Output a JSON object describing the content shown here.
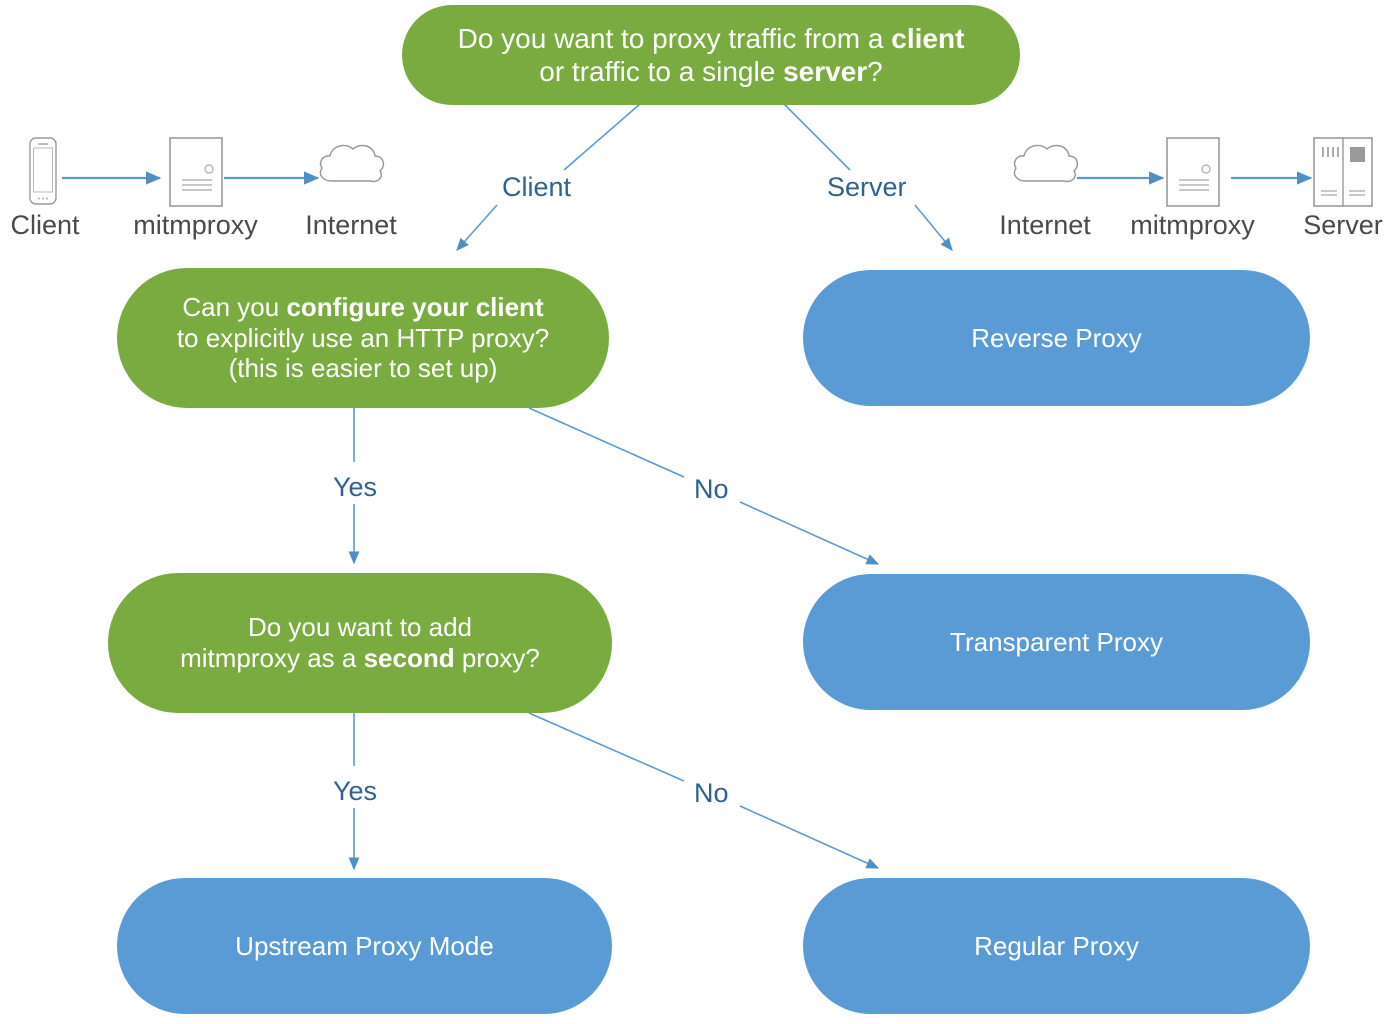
{
  "diagram": {
    "title": "mitmproxy proxy mode decision flowchart",
    "colors": {
      "green": "#7aab41",
      "blue": "#5b9bd5",
      "edge": "#5b9bd5",
      "edge_label_text": "#2f6291",
      "icon_caption_text": "#4a4a4a",
      "icon_outline": "#9a9a9a",
      "node_text": "#ffffff"
    },
    "nodes": [
      {
        "id": "q-client-or-server",
        "kind": "decision",
        "color": "green",
        "text": "Do you want to proxy traffic from a client or traffic to a single server?",
        "lines": [
          [
            {
              "t": "Do you want to proxy traffic from a ",
              "b": false
            },
            {
              "t": "client",
              "b": true
            }
          ],
          [
            {
              "t": "or traffic to a single ",
              "b": false
            },
            {
              "t": "server",
              "b": true
            },
            {
              "t": "?",
              "b": false
            }
          ]
        ]
      },
      {
        "id": "q-configure-client",
        "kind": "decision",
        "color": "green",
        "text": "Can you configure your client to explicitly use an HTTP proxy? (this is easier to set up)",
        "lines": [
          [
            {
              "t": "Can you ",
              "b": false
            },
            {
              "t": "configure your client",
              "b": true
            }
          ],
          [
            {
              "t": "to explicitly use an HTTP proxy?",
              "b": false
            }
          ],
          [
            {
              "t": "(this is easier to set up)",
              "b": false
            }
          ]
        ]
      },
      {
        "id": "q-second-proxy",
        "kind": "decision",
        "color": "green",
        "text": "Do you want to add mitmproxy as a second proxy?",
        "lines": [
          [
            {
              "t": "Do you want to add",
              "b": false
            }
          ],
          [
            {
              "t": "mitmproxy as a ",
              "b": false
            },
            {
              "t": "second",
              "b": true
            },
            {
              "t": " proxy?",
              "b": false
            }
          ]
        ]
      },
      {
        "id": "result-reverse-proxy",
        "kind": "result",
        "color": "blue",
        "text": "Reverse Proxy",
        "lines": [
          [
            {
              "t": "Reverse Proxy",
              "b": false
            }
          ]
        ]
      },
      {
        "id": "result-transparent-proxy",
        "kind": "result",
        "color": "blue",
        "text": "Transparent Proxy",
        "lines": [
          [
            {
              "t": "Transparent Proxy",
              "b": false
            }
          ]
        ]
      },
      {
        "id": "result-upstream-proxy-mode",
        "kind": "result",
        "color": "blue",
        "text": "Upstream Proxy Mode",
        "lines": [
          [
            {
              "t": "Upstream Proxy Mode",
              "b": false
            }
          ]
        ]
      },
      {
        "id": "result-regular-proxy",
        "kind": "result",
        "color": "blue",
        "text": "Regular Proxy",
        "lines": [
          [
            {
              "t": "Regular Proxy",
              "b": false
            }
          ]
        ]
      }
    ],
    "edge_labels": {
      "client": "Client",
      "server": "Server",
      "yes_1": "Yes",
      "no_1": "No",
      "yes_2": "Yes",
      "no_2": "No"
    },
    "edges": [
      {
        "from": "q-client-or-server",
        "to": "q-configure-client",
        "label": "Client"
      },
      {
        "from": "q-client-or-server",
        "to": "result-reverse-proxy",
        "label": "Server"
      },
      {
        "from": "q-configure-client",
        "to": "q-second-proxy",
        "label": "Yes"
      },
      {
        "from": "q-configure-client",
        "to": "result-transparent-proxy",
        "label": "No"
      },
      {
        "from": "q-second-proxy",
        "to": "result-upstream-proxy-mode",
        "label": "Yes"
      },
      {
        "from": "q-second-proxy",
        "to": "result-regular-proxy",
        "label": "No"
      }
    ],
    "illustrations": {
      "left": {
        "name": "client-to-internet-flow",
        "items": [
          {
            "icon": "phone-icon",
            "caption": "Client"
          },
          {
            "icon": "mitmproxy-document-icon",
            "caption": "mitmproxy"
          },
          {
            "icon": "cloud-icon",
            "caption": "Internet"
          }
        ]
      },
      "right": {
        "name": "internet-to-server-flow",
        "items": [
          {
            "icon": "cloud-icon",
            "caption": "Internet"
          },
          {
            "icon": "mitmproxy-document-icon",
            "caption": "mitmproxy"
          },
          {
            "icon": "server-rack-icon",
            "caption": "Server"
          }
        ]
      }
    }
  }
}
